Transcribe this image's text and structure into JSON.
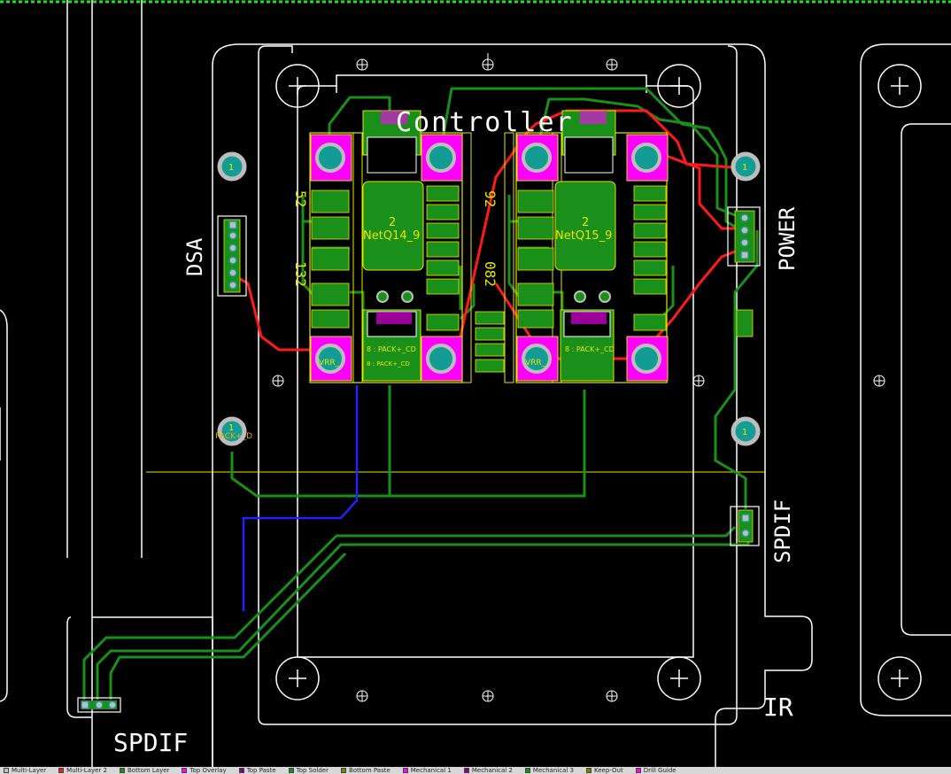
{
  "board": {
    "labels": {
      "controller": "Controller",
      "dsa": "DSA",
      "power": "POWER",
      "spdif_right": "SPDIF",
      "spdif_bottom": "SPDIF",
      "ir": "IR"
    },
    "pads": {
      "pad_number": "1",
      "pad_left_bottom_net": "PACK+_D",
      "left_module_net": "NetQ14_9",
      "right_module_net": "NetQ15_9",
      "module_pin": "2",
      "pack_net_a": "8 : PACK+_CD",
      "pack_net_b": "8 : PACK+_CD",
      "pack_net_c": "8 : PACK+_CD",
      "vrr_a": "VRR_",
      "vrr_b": "VRR_"
    },
    "refdes": {
      "left_top": "52",
      "left_mid": "132",
      "right_top": "92",
      "right_mid": "082"
    },
    "colors": {
      "background": "#000000",
      "outline": "#ffffff",
      "top_copper": "#1a8f1a",
      "trace_red": "#ff1a1a",
      "trace_blue": "#2222ff",
      "pad_magenta": "#ff00ff",
      "pad_teal": "#139c94",
      "silkscreen_yellow": "#e6e600"
    }
  },
  "layers": [
    {
      "label": "Multi-Layer",
      "color": "#c0c0c0"
    },
    {
      "label": "Multi-Layer 2",
      "color": "#ff1a1a"
    },
    {
      "label": "Bottom Layer",
      "color": "#1a8f1a"
    },
    {
      "label": "Top Overlay",
      "color": "#ff00ff"
    },
    {
      "label": "Top Paste",
      "color": "#800080"
    },
    {
      "label": "Top Solder",
      "color": "#1a8f1a"
    },
    {
      "label": "Bottom Paste",
      "color": "#808000"
    },
    {
      "label": "Mechanical 1",
      "color": "#ff00ff"
    },
    {
      "label": "Mechanical 2",
      "color": "#800080"
    },
    {
      "label": "Mechanical 3",
      "color": "#1a8f1a"
    },
    {
      "label": "Keep-Out",
      "color": "#808000"
    },
    {
      "label": "Drill Guide",
      "color": "#ff00ff"
    }
  ]
}
